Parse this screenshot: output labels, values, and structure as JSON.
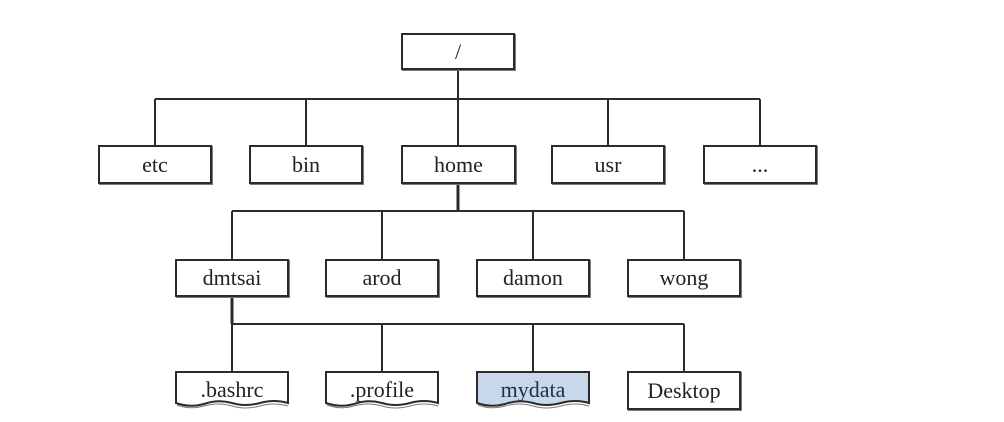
{
  "root": {
    "label": "/"
  },
  "level1": [
    {
      "label": "etc"
    },
    {
      "label": "bin"
    },
    {
      "label": "home"
    },
    {
      "label": "usr"
    },
    {
      "label": "..."
    }
  ],
  "level2": [
    {
      "label": "dmtsai"
    },
    {
      "label": "arod"
    },
    {
      "label": "damon"
    },
    {
      "label": "wong"
    }
  ],
  "level3": [
    {
      "label": ".bashrc",
      "shape": "document"
    },
    {
      "label": ".profile",
      "shape": "document"
    },
    {
      "label": "mydata",
      "shape": "document",
      "highlighted": true
    },
    {
      "label": "Desktop",
      "shape": "folder-box"
    }
  ],
  "colors": {
    "line": "#2b2b2b",
    "highlight_fill": "#c8d7ea"
  }
}
